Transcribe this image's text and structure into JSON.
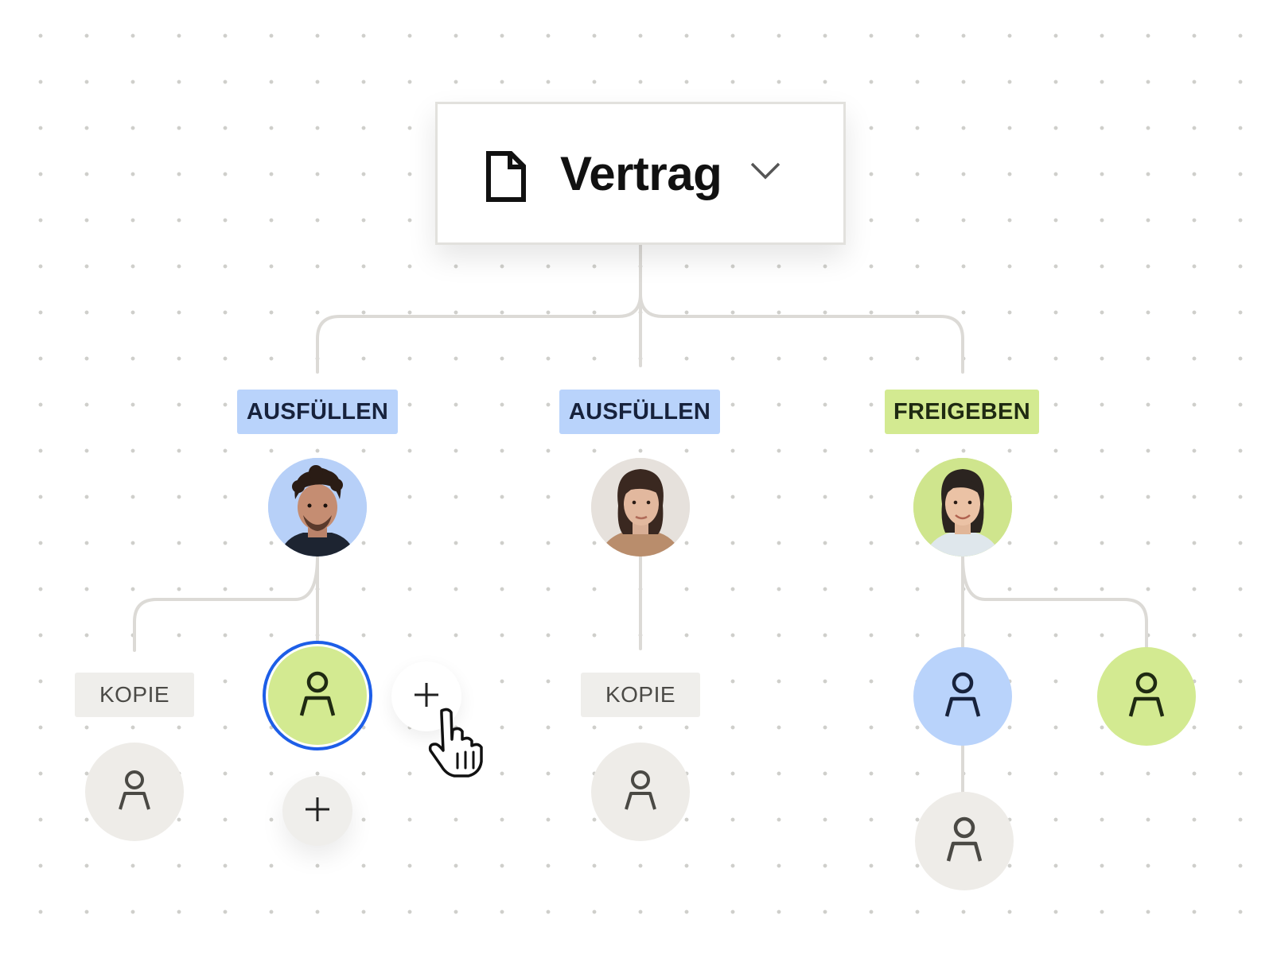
{
  "document": {
    "title": "Vertrag",
    "icon": "document-icon",
    "dropdown_icon": "chevron-down-icon"
  },
  "colors": {
    "connector": "#dcdad6",
    "tag_blue": "#b9d3fb",
    "tag_green": "#d3ea91",
    "neutral": "#eeece8",
    "selection": "#1d5ee8"
  },
  "steps": [
    {
      "tag": "AUSFÜLLEN",
      "tag_color": "blue",
      "assignee": "avatar-man-curly-hair",
      "children": [
        {
          "label": "KOPIE",
          "role_color": "gray"
        },
        {
          "role_color": "green",
          "selected": true
        }
      ],
      "add_buttons": [
        "plus-icon",
        "plus-icon"
      ]
    },
    {
      "tag": "AUSFÜLLEN",
      "tag_color": "blue",
      "assignee": "avatar-woman-dark-hair",
      "children": [
        {
          "label": "KOPIE",
          "role_color": "gray"
        }
      ]
    },
    {
      "tag": "FREIGEBEN",
      "tag_color": "green",
      "assignee": "avatar-woman-smiling",
      "children": [
        {
          "role_color": "blue"
        },
        {
          "role_color": "green"
        },
        {
          "role_color": "gray"
        }
      ]
    }
  ],
  "cursor": "hand-pointer-icon"
}
